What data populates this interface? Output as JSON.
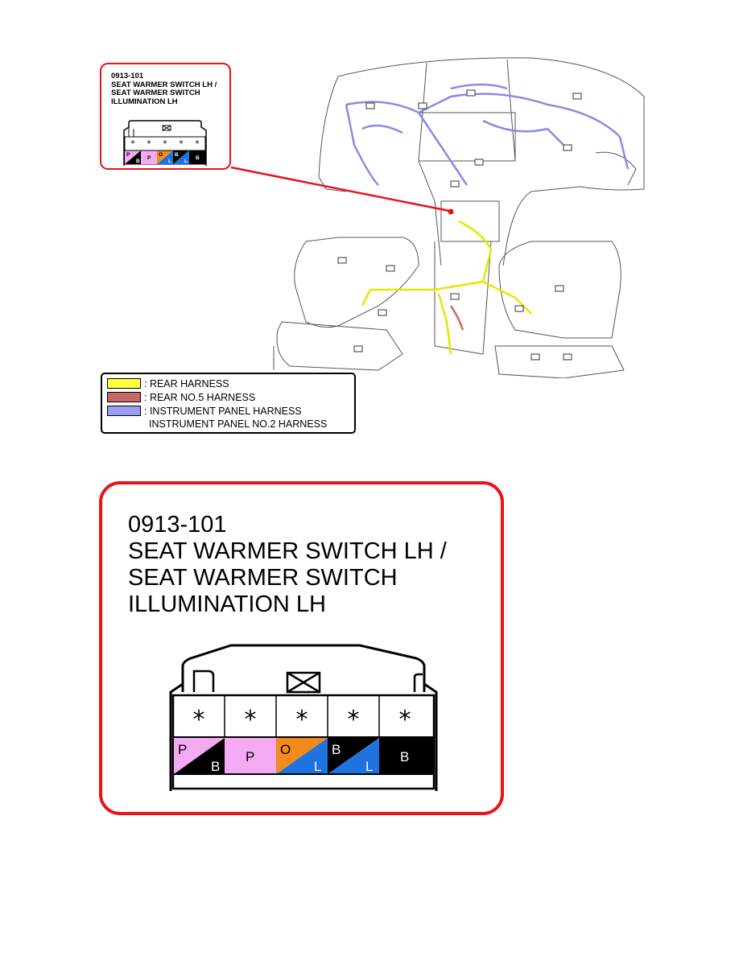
{
  "connector": {
    "code": "0913-101",
    "name_line1": "SEAT WARMER SWITCH LH /",
    "name_line2": "SEAT WARMER SWITCH",
    "name_line3": "ILLUMINATION LH",
    "pin_marks": [
      "*",
      "*",
      "*",
      "*",
      "*"
    ],
    "wire_colors": [
      {
        "top": "P",
        "bottom": "B",
        "top_color": "#f4a9f2",
        "bottom_color": "#000000"
      },
      {
        "single": "P",
        "color": "#f4a9f2"
      },
      {
        "top": "O",
        "bottom": "L",
        "top_color": "#f28a1c",
        "bottom_color": "#1f73e0"
      },
      {
        "top": "B",
        "bottom": "L",
        "top_color": "#000000",
        "bottom_color": "#1f73e0"
      },
      {
        "single": "B",
        "color": "#000000"
      }
    ]
  },
  "legend": {
    "items": [
      {
        "label": ": REAR HARNESS",
        "color": "#ffff3a"
      },
      {
        "label": ": REAR NO.5 HARNESS",
        "color": "#c96666"
      },
      {
        "label": ": INSTRUMENT PANEL HARNESS",
        "color": "#9d9df2"
      }
    ],
    "continuation": "INSTRUMENT PANEL NO.2 HARNESS"
  },
  "colors": {
    "callout_border": "#e8131b",
    "rear_harness": "#ffff3a",
    "rear_no5_harness": "#c96666",
    "instrument_panel_harness": "#8a8ae6"
  }
}
